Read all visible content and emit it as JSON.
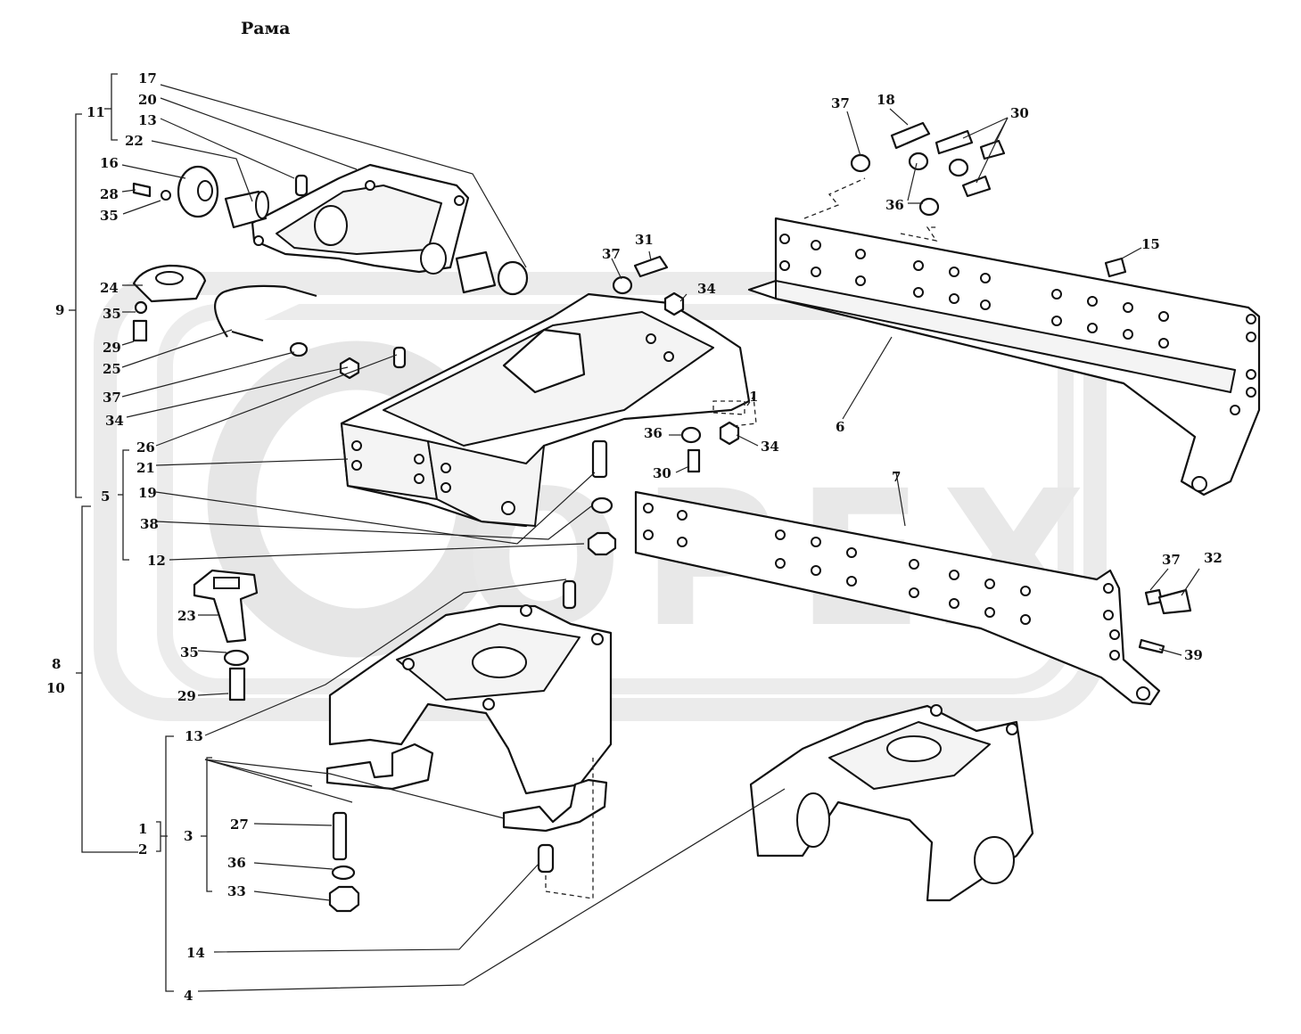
{
  "title": "Рама",
  "watermark": "OPEX",
  "colors": {
    "line": "#111111",
    "watermark": "#e6e6e6",
    "background": "#ffffff"
  },
  "labels": {
    "l17": "17",
    "l20": "20",
    "l13a": "13",
    "l22": "22",
    "l11": "11",
    "l16": "16",
    "l28": "28",
    "l35a": "35",
    "l24": "24",
    "l35b": "35",
    "l29a": "29",
    "l25": "25",
    "l37a": "37",
    "l34a": "34",
    "l9": "9",
    "l26": "26",
    "l21": "21",
    "l5": "5",
    "l19": "19",
    "l38": "38",
    "l12": "12",
    "l23": "23",
    "l35c": "35",
    "l29b": "29",
    "l8": "8",
    "l10": "10",
    "l13b": "13",
    "l3": "3",
    "l1": "1",
    "l2": "2",
    "l27": "27",
    "l36a": "36",
    "l33": "33",
    "l14": "14",
    "l4": "4",
    "l37b": "37",
    "l18": "18",
    "l30a": "30",
    "l36b": "36",
    "l15": "15",
    "l37c": "37",
    "l31": "31",
    "l34b": "34",
    "l36c": "36",
    "l34c": "34",
    "l30b": "30",
    "l6": "6",
    "l7": "7",
    "l37d": "37",
    "l32": "32",
    "l39": "39",
    "l1b": "1"
  }
}
